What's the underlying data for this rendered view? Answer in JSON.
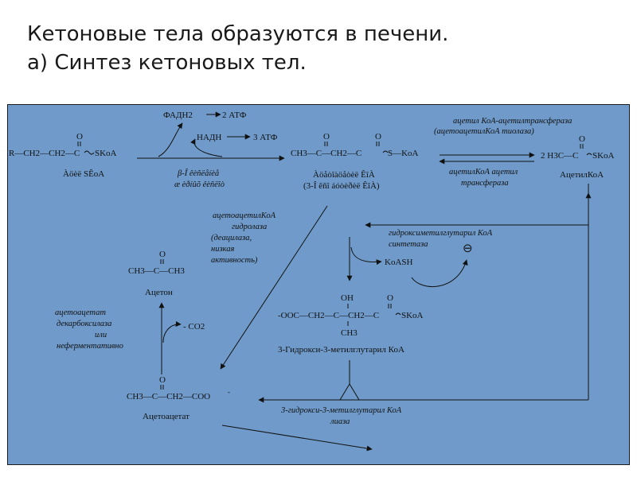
{
  "title": {
    "line1": "Кетоновые тела образуются в печени.",
    "line2": "а) Синтез кетоновых тел."
  },
  "colors": {
    "panel_fill": "#6f9ac9",
    "panel_stroke": "#1c1c1c",
    "ink": "#111111"
  },
  "compounds": {
    "acyl": {
      "formula": "R—CH2—CH2—C",
      "tail": "SKoA",
      "oxygen": "O",
      "label": "Àöèë SÊoA"
    },
    "acetoacetyl": {
      "formula": "CH3—C—CH2—C",
      "tail": "S—KoA",
      "oxygen1": "O",
      "oxygen2": "O",
      "label1": "Àöåòîàöåòèë ÊîÀ",
      "label2": "(3-Î  êñî áóòèðèë ÊîÀ)"
    },
    "acetyl": {
      "formula": "2 H3C—C",
      "tail": "SKoA",
      "oxygen": "O",
      "label": "АцетилКоА"
    },
    "hmg": {
      "formula": "-OOC—CH2—C—CH2—C",
      "tail": "SKoA",
      "oh": "OH",
      "ch3": "CH3",
      "oxygen": "O",
      "label": "3-Гидрокси-3-метилглутарил КоА"
    },
    "acetone": {
      "formula": "CH3—C—CH3",
      "oxygen": "O",
      "label": "Ацетон"
    },
    "acetoacetate": {
      "formula": "CH3—C—CH2—COO",
      "charge": "-",
      "oxygen": "O",
      "label": "Ацетоацетат"
    }
  },
  "cofactors": {
    "fadh2": "ФАДН2",
    "atf2": "2  АТФ",
    "nadh": "НАДН",
    "atf3": "3 АТФ",
    "koash": "KoASH",
    "co2": "- CO2",
    "inhibition": "⊖"
  },
  "enzymes": {
    "beta_oxidation": {
      "line1": "β-Î  êèñëåíèå",
      "line2": "æ èðíûõ êèñëîò"
    },
    "thiolase": {
      "line1": "ацетил КоА-ацетилтрансфераза",
      "line2": "(ацетоацетилКоА   тиолаза)"
    },
    "transferase": {
      "line1": "ацетилКоА ацетил",
      "line2": "трансфераза"
    },
    "hydrolase": {
      "line1": "ацетоацетилКоА",
      "line2": "гидролаза",
      "line3": "(деацилаза,",
      "line4": "низкая",
      "line5": "активность)"
    },
    "hmg_synthase": {
      "line1": "гидроксиметилглутарил КоА",
      "line2": "синтетаза"
    },
    "decarboxylase": {
      "line1": "ацетоацетат",
      "line2": "декарбоксилаза",
      "line3": "или",
      "line4": "неферментативно"
    },
    "hmg_lyase": {
      "line1": "3-гидрокси-3-метилглутарил КоА",
      "line2": "лиаза"
    }
  }
}
